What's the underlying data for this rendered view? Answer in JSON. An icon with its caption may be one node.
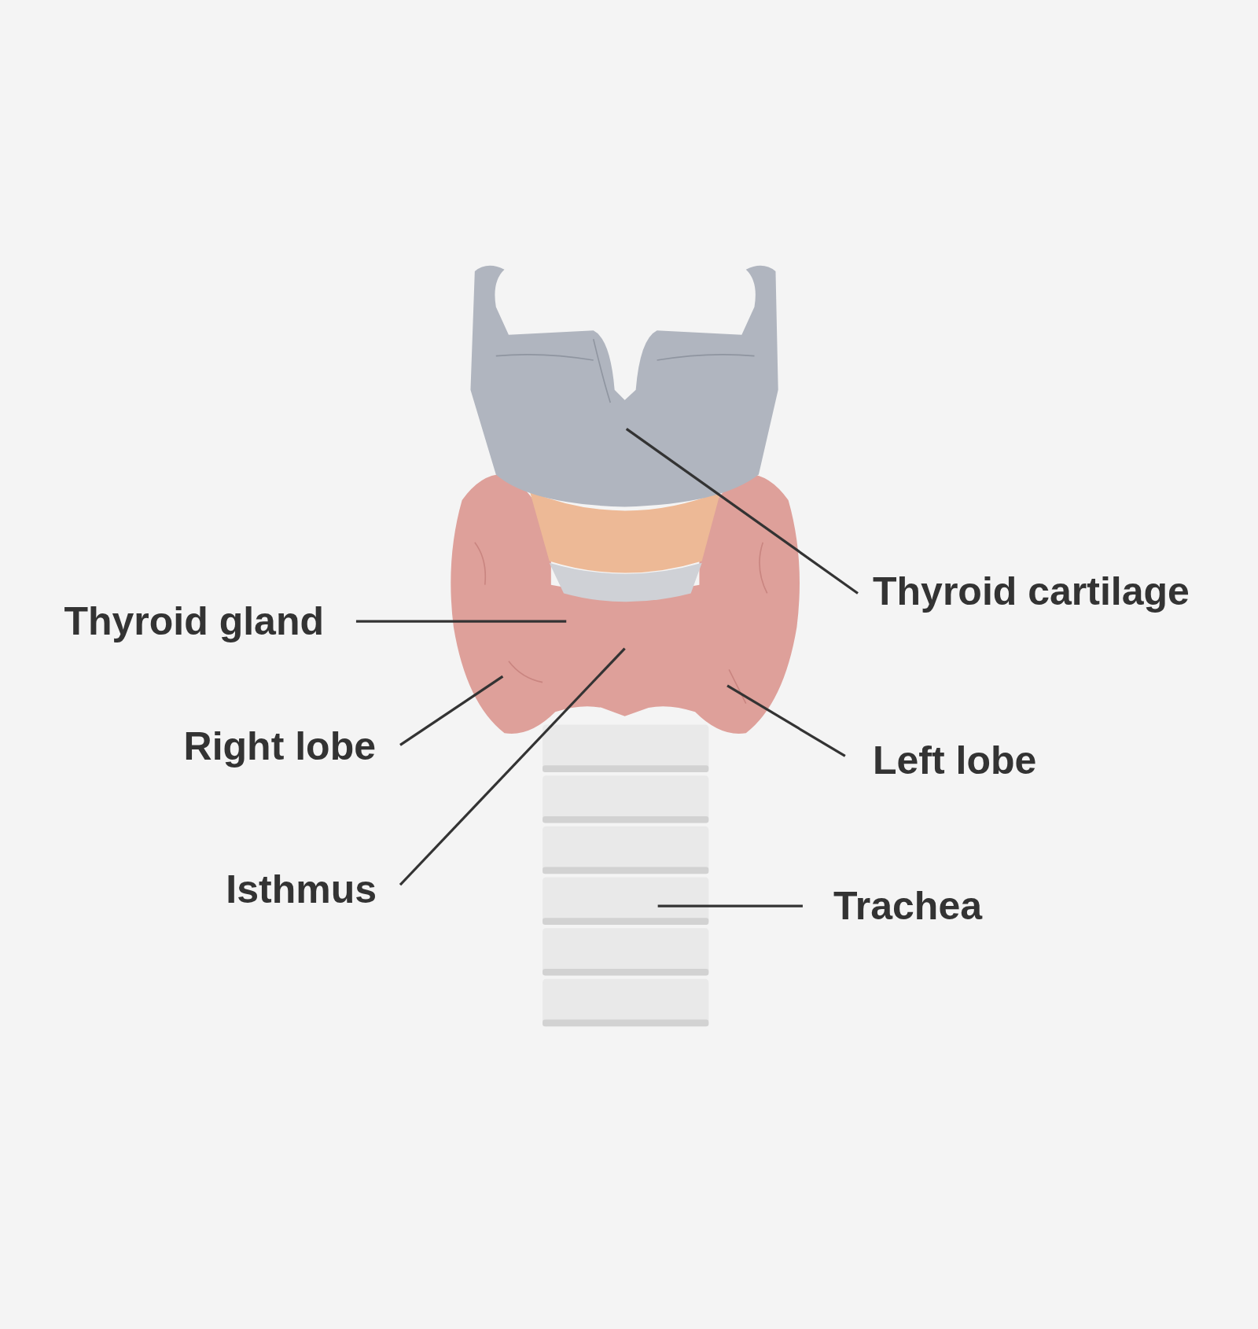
{
  "diagram": {
    "nodes": [
      {
        "text": [
          "Thyroid gland"
        ]
      },
      {
        "text": [
          "Right lobe"
        ]
      },
      {
        "text": [
          "Isthmus"
        ]
      },
      {
        "text": [
          "Thyroid cartilage"
        ]
      },
      {
        "text": [
          "Left lobe"
        ]
      },
      {
        "text": [
          "Trachea"
        ]
      }
    ],
    "edges": [
      {
        "from": 0,
        "to": null,
        "arrow": "none"
      },
      {
        "from": 1,
        "to": null,
        "arrow": "none"
      },
      {
        "from": 2,
        "to": null,
        "arrow": "none"
      },
      {
        "from": 3,
        "to": null,
        "arrow": "none"
      },
      {
        "from": 4,
        "to": null,
        "arrow": "none"
      },
      {
        "from": 5,
        "to": null,
        "arrow": "none"
      }
    ]
  }
}
